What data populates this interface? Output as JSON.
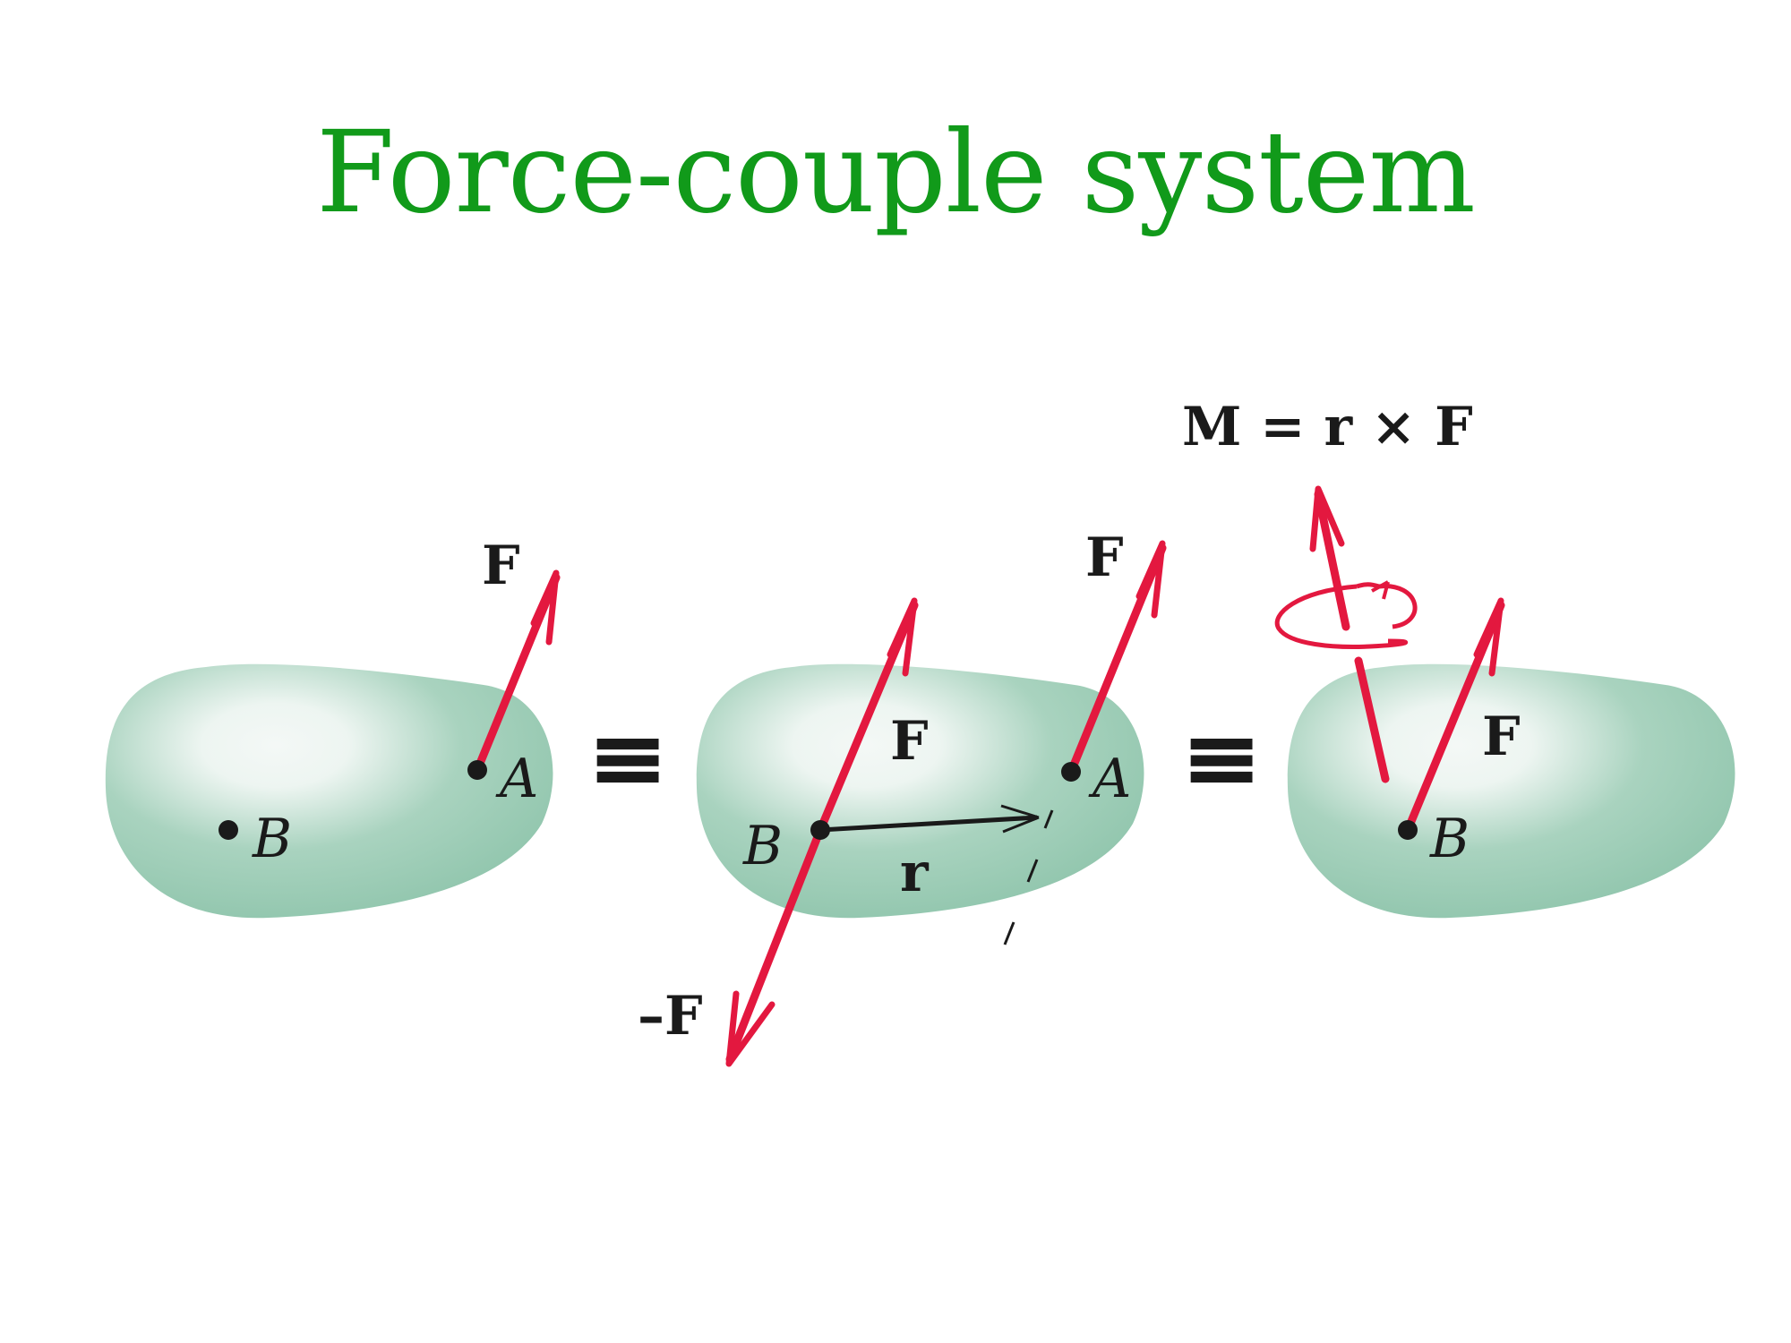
{
  "title": "Force-couple system",
  "colors": {
    "title": "#119a1a",
    "force_arrow": "#e3183f",
    "body_fill": "#8ec4ab",
    "body_highlight": "#f4f8f6",
    "ink": "#1a1a1a"
  },
  "panels": [
    {
      "force_label": "F",
      "point_A_label": "A",
      "point_B_label": "B"
    },
    {
      "force_A_label": "F",
      "force_B_label": "F",
      "negative_force_label": "–F",
      "position_vector_label": "r",
      "point_A_label": "A",
      "point_B_label": "B"
    },
    {
      "moment_equation": "M = r × F",
      "force_label": "F",
      "point_B_label": "B"
    }
  ],
  "equivalence_symbol": "≡"
}
